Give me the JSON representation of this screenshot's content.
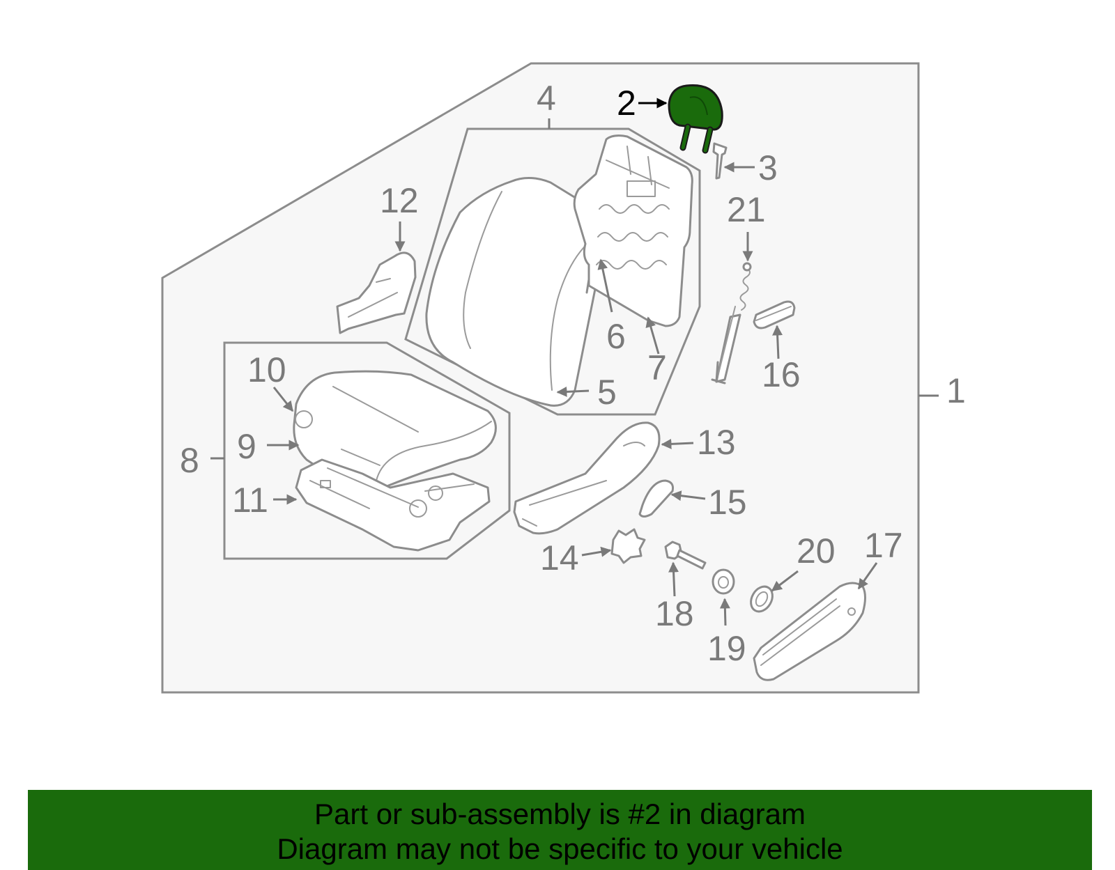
{
  "colors": {
    "highlight": "#1a6b0c",
    "banner_bg": "#1a6b0c",
    "panel_bg": "#f7f7f7",
    "outline": "#8c8c8c",
    "callout_text": "#7a7a7a"
  },
  "diagram": {
    "highlighted_part": "2",
    "callouts": [
      "1",
      "2",
      "3",
      "4",
      "5",
      "6",
      "7",
      "8",
      "9",
      "10",
      "11",
      "12",
      "13",
      "14",
      "15",
      "16",
      "17",
      "18",
      "19",
      "20",
      "21"
    ]
  },
  "banner": {
    "line1": "Part or sub-assembly is #2 in diagram",
    "line2": "Diagram may not be specific to your vehicle"
  }
}
